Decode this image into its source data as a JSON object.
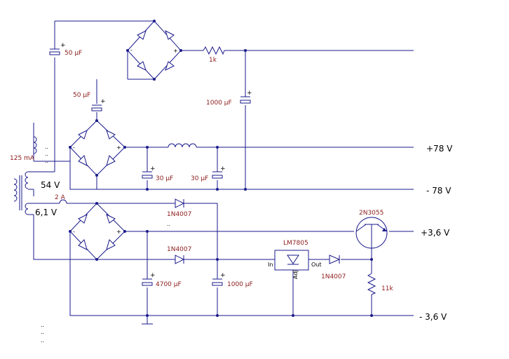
{
  "components": {
    "c_top": "50 µF",
    "c_mid": "50 µF",
    "r_top": "1k",
    "c_1000_top": "1000 µF",
    "c_30a": "30 µF",
    "c_30b": "30 µF",
    "d1": "1N4007",
    "d2": "1N4007",
    "d3": "1N4007",
    "c_4700": "4700 µF",
    "c_1000_low": "1000 µF",
    "regulator": "LM7805",
    "reg_in": "In",
    "reg_out": "Out",
    "reg_adj": "Adj",
    "transistor": "2N3055",
    "r_11k": "11k",
    "sec_current_hi": "125 mA",
    "sec_voltage_hi": "54 V",
    "sec_current_lo": "2 A",
    "sec_voltage_lo": "6,1 V"
  },
  "outputs": {
    "p78": "+78 V",
    "m78": "- 78 V",
    "p36": "+3,6 V",
    "m36": "- 3,6 V"
  },
  "bridge_signs": {
    "minus": "-",
    "plus": "+"
  },
  "colors": {
    "wire": "#1a1a8c",
    "component_label": "#8b1a1a",
    "voltage_label": "#000000"
  }
}
